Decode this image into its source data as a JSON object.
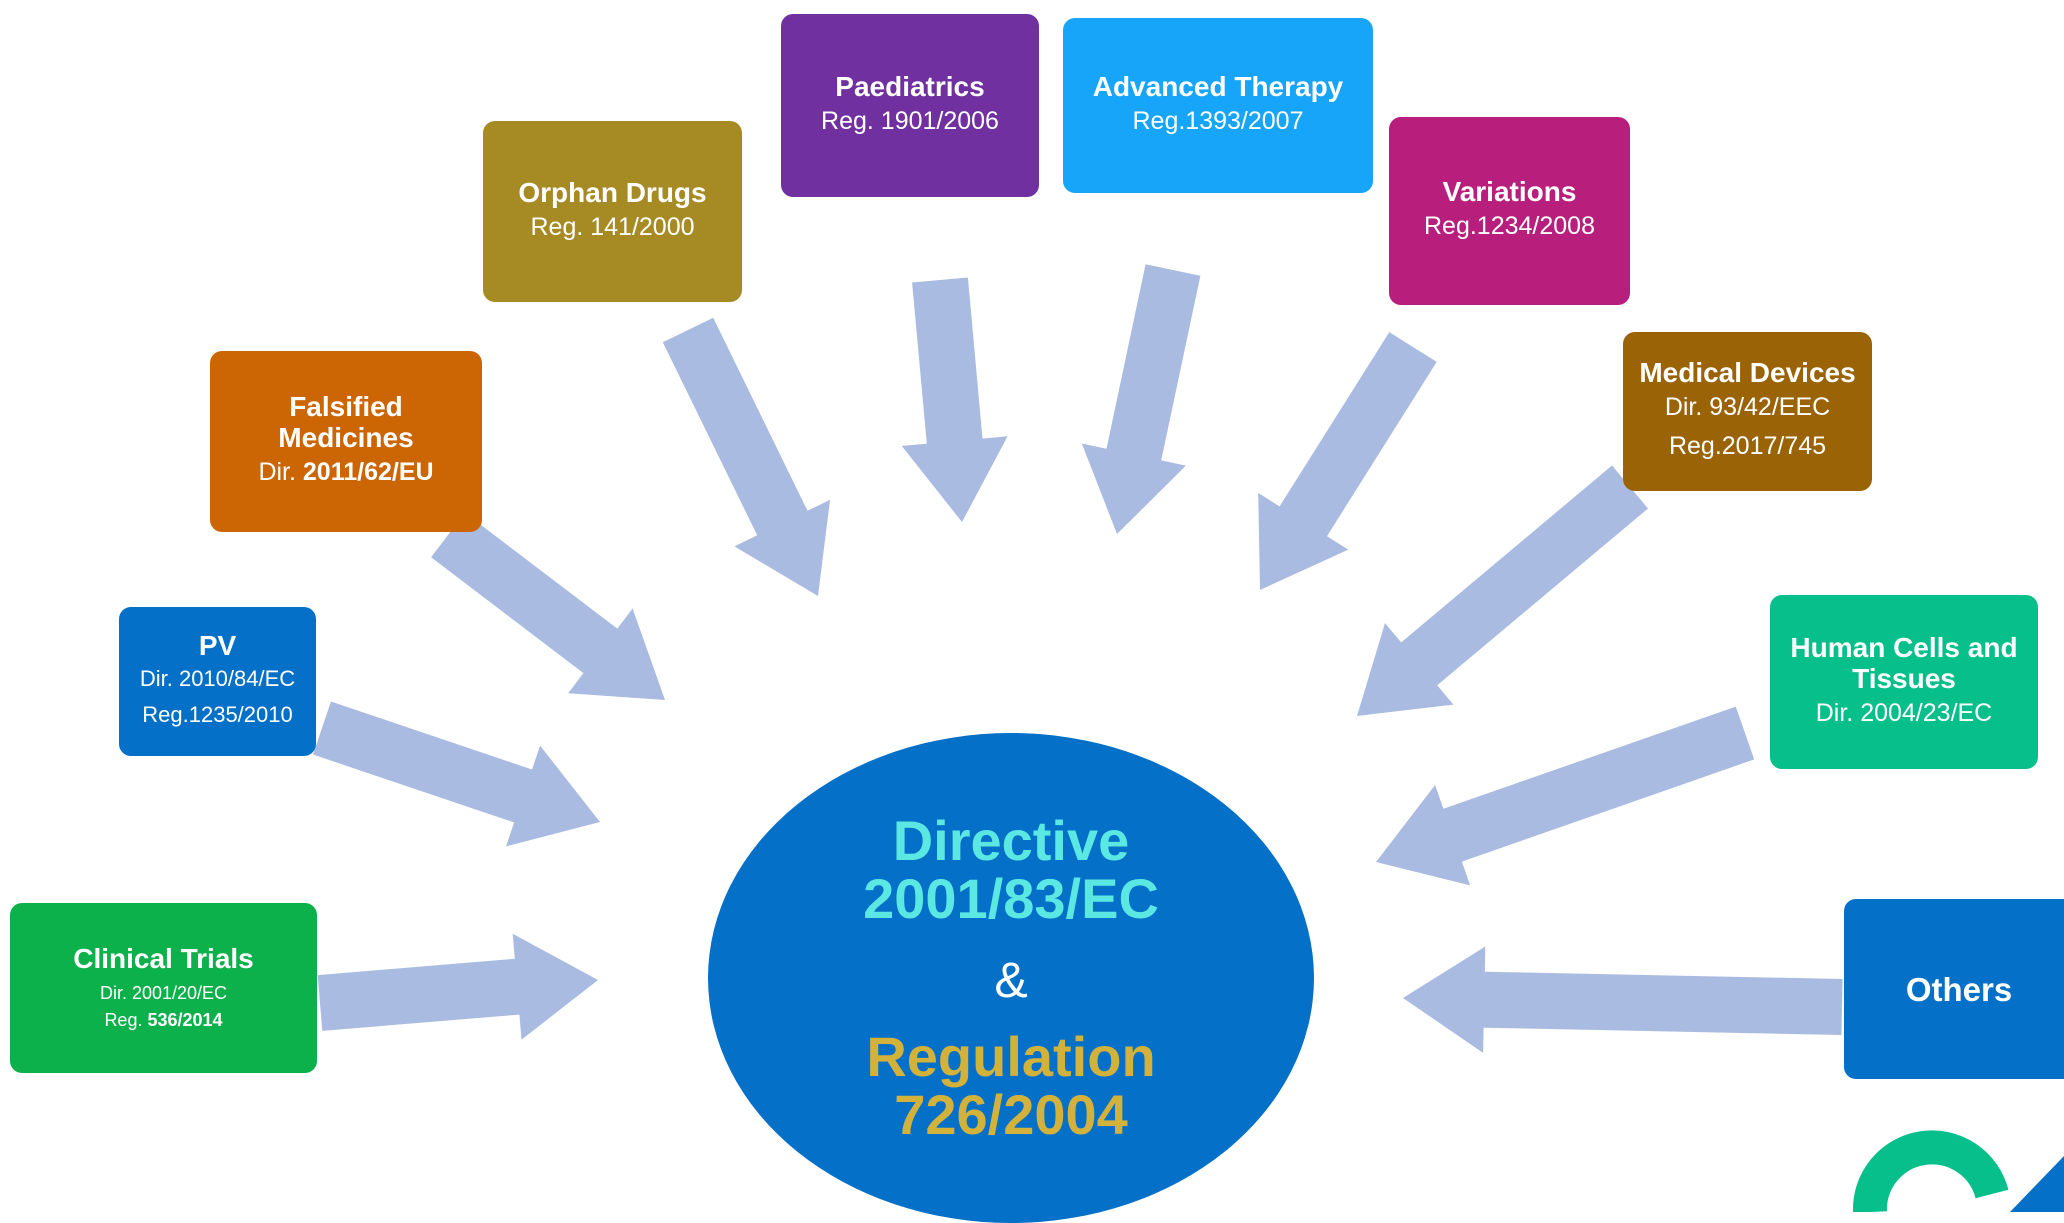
{
  "colors": {
    "arrow": "#aabbe1",
    "center_fill": "#0470c8",
    "directive_text": "#5ce8e2",
    "regulation_text": "#d2b23a"
  },
  "center": {
    "directive_line1": "Directive",
    "directive_line2": "2001/83/EC",
    "ampersand": "&",
    "regulation_line1": "Regulation",
    "regulation_line2": "726/2004"
  },
  "boxes": {
    "clinical_trials": {
      "title": "Clinical Trials",
      "line1": "Dir. 2001/20/EC",
      "line2_prefix": "Reg. ",
      "line2_bold": "536/2014",
      "color": "#0db14b"
    },
    "pv": {
      "title": "PV",
      "line1": "Dir. 2010/84/EC",
      "line2": "Reg.1235/2010",
      "color": "#0470c8"
    },
    "falsified": {
      "title_line1": "Falsified",
      "title_line2": "Medicines",
      "line1_prefix": "Dir. ",
      "line1_bold": "2011/62/EU",
      "color": "#cc6504"
    },
    "orphan": {
      "title": "Orphan Drugs",
      "line1": "Reg. 141/2000",
      "color": "#a68b25"
    },
    "paediatrics": {
      "title": "Paediatrics",
      "line1": "Reg. 1901/2006",
      "color": "#7030a0"
    },
    "advanced": {
      "title": "Advanced Therapy",
      "line1": "Reg.1393/2007",
      "color": "#17a5f9"
    },
    "variations": {
      "title": "Variations",
      "line1": "Reg.1234/2008",
      "color": "#b81f7c"
    },
    "medical_devices": {
      "title": "Medical Devices",
      "line1": "Dir. 93/42/EEC",
      "line2": "Reg.2017/745",
      "color": "#996306"
    },
    "human_cells": {
      "title_line1": "Human Cells and",
      "title_line2": "Tissues",
      "line1": "Dir. 2004/23/EC",
      "color": "#06bf8a"
    },
    "others": {
      "title": "Others",
      "color": "#0470c8"
    }
  },
  "logo": {
    "icon": "e-logo-icon",
    "ring_color": "#06bf8a",
    "wedge_color": "#0470c8"
  }
}
